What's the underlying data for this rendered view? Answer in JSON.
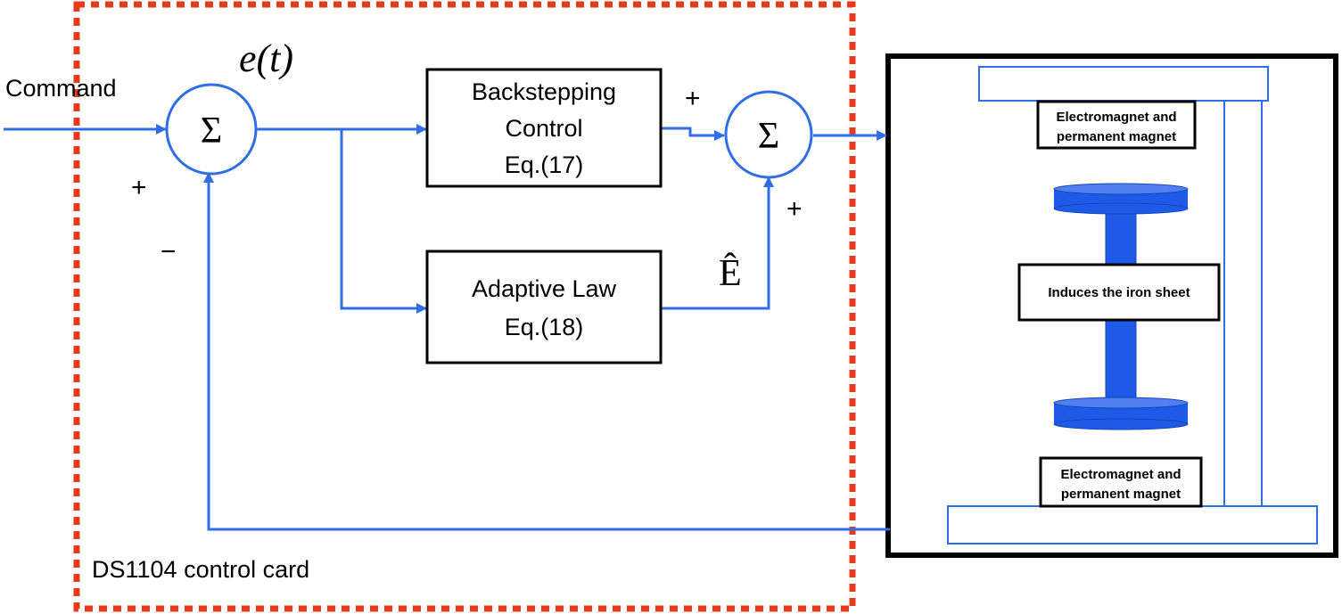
{
  "diagram": {
    "command_label": "Command",
    "error_label": "e(t)",
    "sum_symbol": "Σ",
    "plus_sign": "+",
    "minus_sign": "−",
    "estimate_label": "Ê",
    "control_card_label": "DS1104 control card",
    "backstepping_block": {
      "line1": "Backstepping",
      "line2": "Control",
      "line3": "Eq.(17)"
    },
    "adaptive_block": {
      "line1": "Adaptive Law",
      "line2": "Eq.(18)"
    },
    "plant": {
      "top_magnet": {
        "line1": "Electromagnet and",
        "line2": "permanent magnet"
      },
      "middle_label": "Induces the iron sheet",
      "bottom_magnet": {
        "line1": "Electromagnet and",
        "line2": "permanent magnet"
      }
    },
    "colors": {
      "signal_line": "#2f6ee6",
      "card_border": "#e8391c",
      "rotor_fill": "#1f5ae6",
      "block_border": "#000000"
    }
  }
}
